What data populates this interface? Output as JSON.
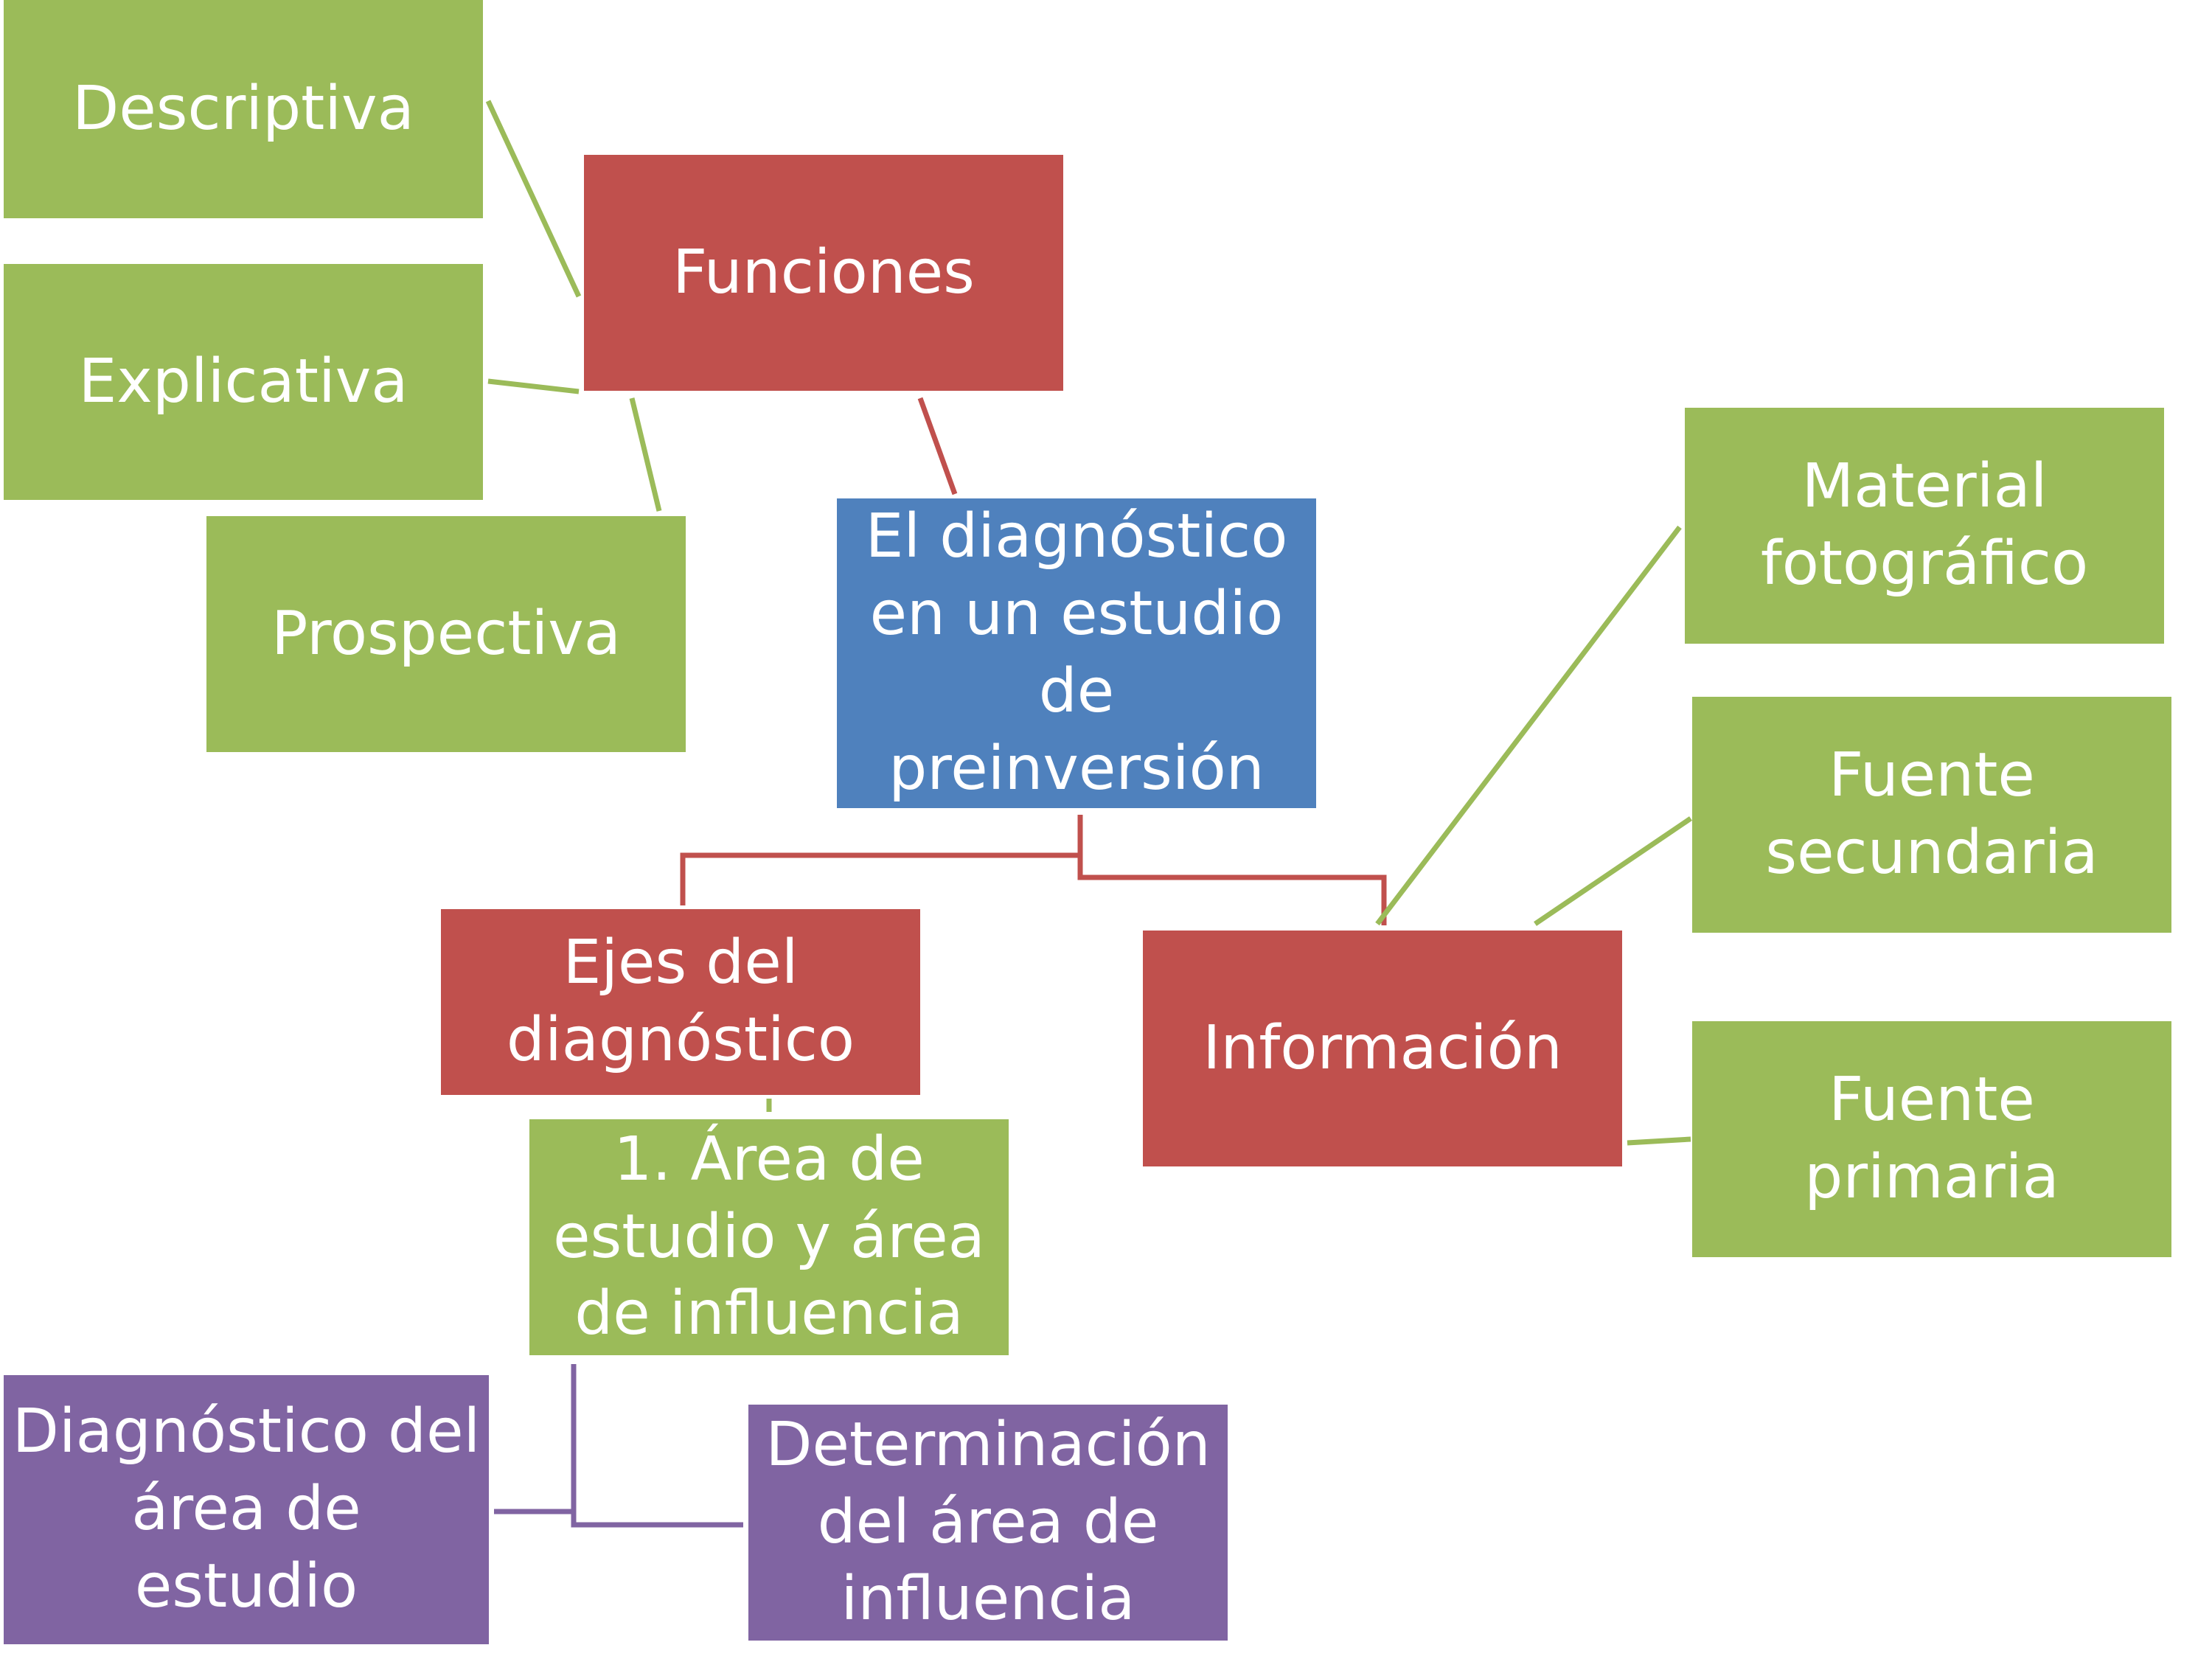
{
  "nodes": {
    "funciones": "Funciones",
    "descriptiva": "Descriptiva",
    "explicativa": "Explicativa",
    "prospectiva": "Prospectiva",
    "center": "El diagnóstico\nen un estudio\nde preinversión",
    "ejes": "Ejes del\ndiagnóstico",
    "area": "1. Área de\nestudio y área\nde influencia",
    "diagnostico_area": "Diagnóstico del\nárea de estudio",
    "determinacion": "Determinación\ndel área de\ninfluencia",
    "informacion": "Información",
    "material": "Material\nfotográfico",
    "fuente_secundaria": "Fuente\nsecundaria",
    "fuente_primaria": "Fuente primaria"
  },
  "colors": {
    "green": "#9BBB59",
    "red": "#C0504D",
    "blue": "#4F81BD",
    "purple": "#8064A2"
  }
}
